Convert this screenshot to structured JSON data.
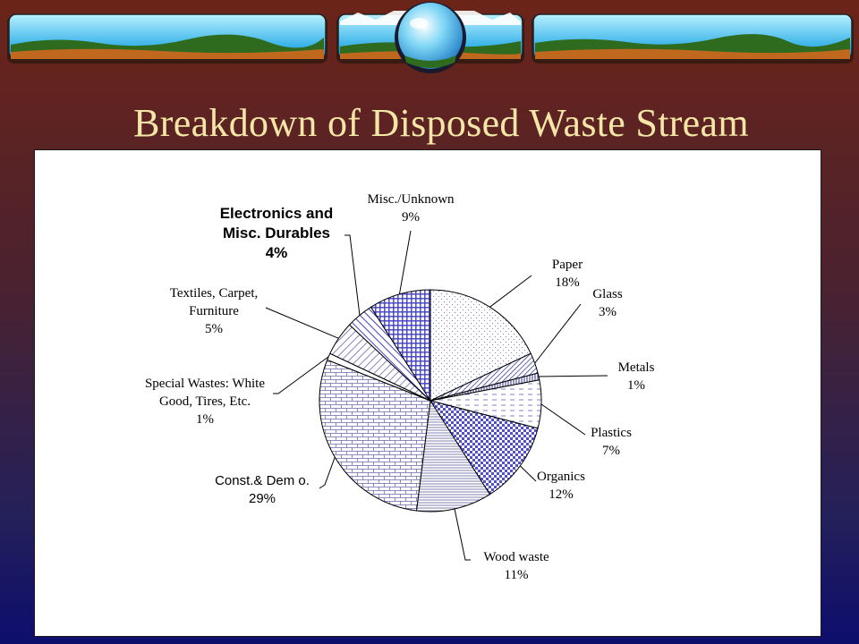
{
  "slide": {
    "title": "Breakdown of Disposed Waste Stream"
  },
  "chart_data": {
    "type": "pie",
    "title": "",
    "legend": "none",
    "slices": [
      {
        "label_lines": [
          "Paper"
        ],
        "value": 18,
        "value_label": "18%",
        "pattern": "dots-light"
      },
      {
        "label_lines": [
          "Glass"
        ],
        "value": 3,
        "value_label": "3%",
        "pattern": "diag-dense"
      },
      {
        "label_lines": [
          "Metals"
        ],
        "value": 1,
        "value_label": "1%",
        "pattern": "vlines"
      },
      {
        "label_lines": [
          "Plastics"
        ],
        "value": 7,
        "value_label": "7%",
        "pattern": "dashes"
      },
      {
        "label_lines": [
          "Organics"
        ],
        "value": 12,
        "value_label": "12%",
        "pattern": "checker-blue"
      },
      {
        "label_lines": [
          "Wood waste"
        ],
        "value": 11,
        "value_label": "11%",
        "pattern": "hlines"
      },
      {
        "label_lines": [
          "Const.& Dem o."
        ],
        "value": 29,
        "value_label": "29%",
        "pattern": "bricks",
        "font": "sans"
      },
      {
        "label_lines": [
          "Special Wastes: White",
          "Good, Tires, Etc."
        ],
        "value": 1,
        "value_label": "1%",
        "pattern": "plain"
      },
      {
        "label_lines": [
          "Textiles, Carpet,",
          "Furniture"
        ],
        "value": 5,
        "value_label": "5%",
        "pattern": "diag-light"
      },
      {
        "label_lines": [
          "Electronics and",
          "Misc. Durables"
        ],
        "value": 4,
        "value_label": "4%",
        "pattern": "diag-blue",
        "font": "sans-bold"
      },
      {
        "label_lines": [
          "Misc./Unknown"
        ],
        "value": 9,
        "value_label": "9%",
        "pattern": "grid-blue"
      }
    ]
  }
}
